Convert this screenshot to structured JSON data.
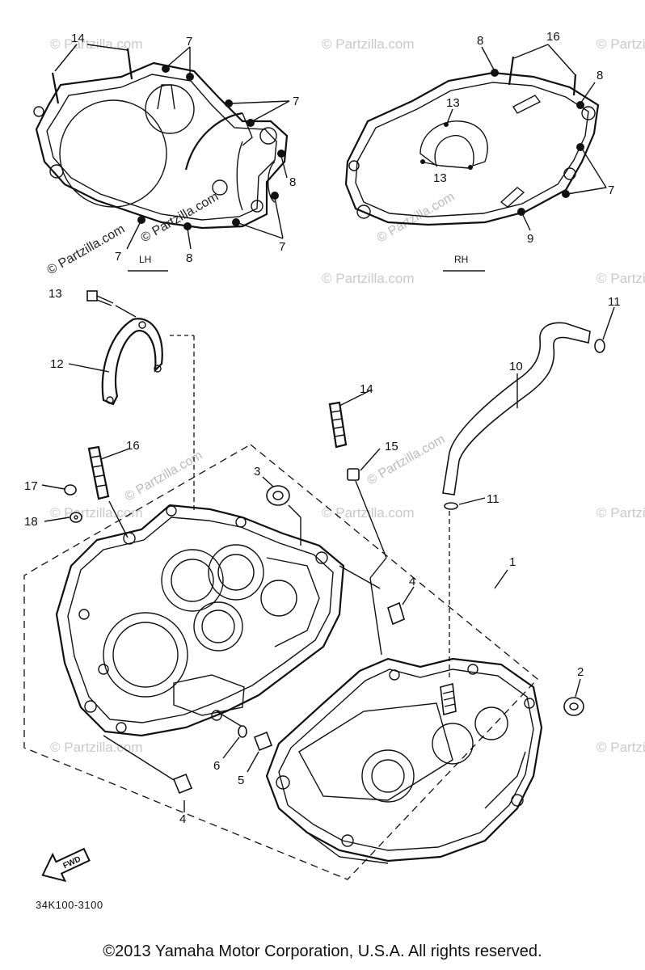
{
  "diagram": {
    "part_code": "34K100-3100",
    "copyright": "©2013  Yamaha Motor Corporation, U.S.A. All rights reserved.",
    "watermark_text": "© Partzilla.com",
    "side_labels": {
      "lh": "LH",
      "rh": "RH"
    },
    "fwd_arrow_label": "FWD",
    "callouts": {
      "c14_lh": "14",
      "c7_lh_a": "7",
      "c7_lh_b": "7",
      "c8_lh_a": "8",
      "c7_lh_c": "7",
      "c8_lh_b": "8",
      "c7_lh_d": "7",
      "c8_rh_a": "8",
      "c16_rh": "16",
      "c8_rh_b": "8",
      "c13_rh_a": "13",
      "c13_rh_b": "13",
      "c7_rh": "7",
      "c9_rh": "9",
      "c13": "13",
      "c12": "12",
      "c11_top": "11",
      "c10": "10",
      "c14": "14",
      "c16": "16",
      "c15": "15",
      "c3": "3",
      "c17": "17",
      "c18": "18",
      "c11_bot": "11",
      "c1": "1",
      "c4_right": "4",
      "c2": "2",
      "c6": "6",
      "c5": "5",
      "c4_bottom": "4"
    }
  }
}
